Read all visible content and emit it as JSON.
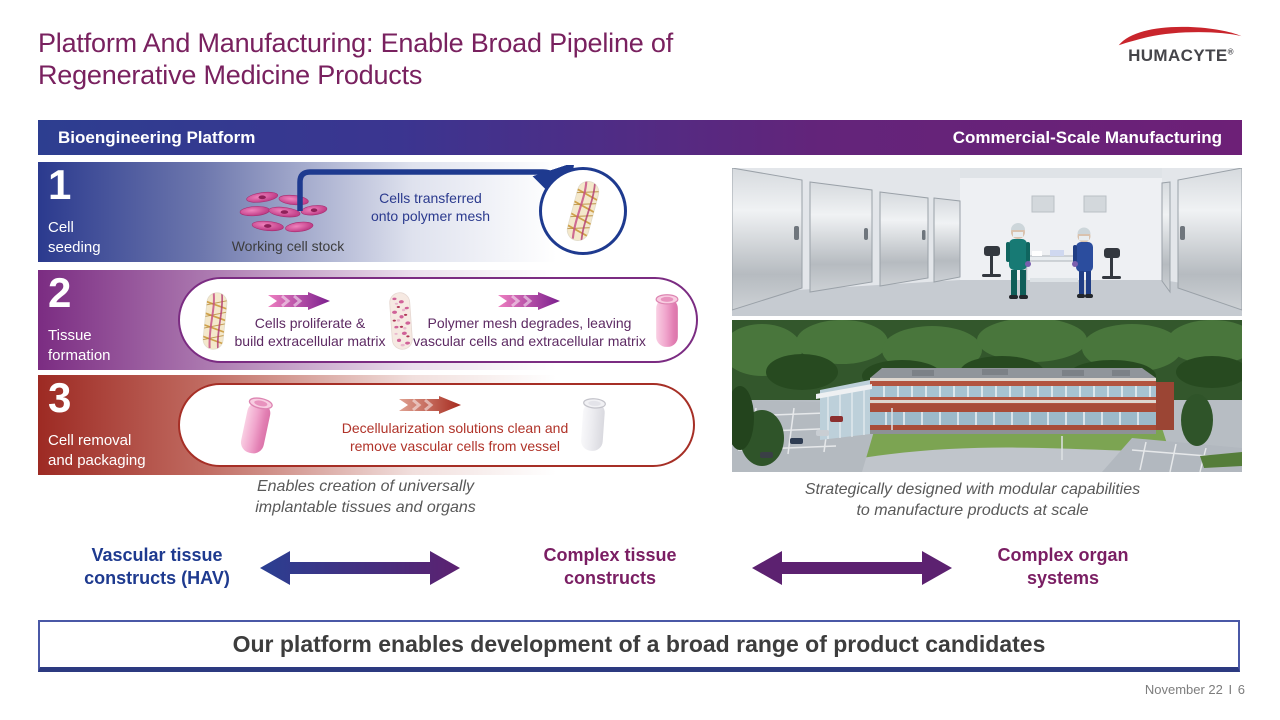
{
  "header": {
    "title": "Platform And Manufacturing: Enable Broad Pipeline of\nRegenerative Medicine Products",
    "logo_text": "HUMACYTE",
    "logo_reg": "®"
  },
  "banner": {
    "left": "Bioengineering Platform",
    "right": "Commercial-Scale Manufacturing"
  },
  "steps": [
    {
      "number": "1",
      "label": "Cell\nseeding",
      "stock_label": "Working cell stock",
      "transfer_text": "Cells transferred\nonto polymer mesh"
    },
    {
      "number": "2",
      "label": "Tissue\nformation",
      "text1": "Cells proliferate &\nbuild extracellular matrix",
      "text2": "Polymer mesh degrades, leaving\nvascular cells and extracellular matrix"
    },
    {
      "number": "3",
      "label": "Cell removal\nand packaging",
      "text1": "Decellularization solutions clean and\nremove vascular cells from vessel"
    }
  ],
  "captions": {
    "platform": "Enables creation of universally\nimplantable tissues and organs",
    "manufacturing": "Strategically designed with modular capabilities\nto manufacture products at scale"
  },
  "spectrum": [
    {
      "label": "Vascular tissue\nconstructs (HAV)"
    },
    {
      "label": "Complex tissue\nconstructs"
    },
    {
      "label": "Complex organ\nsystems"
    }
  ],
  "bottom_banner": "Our platform enables development of a broad range of product candidates",
  "footer": {
    "date": "November 22",
    "separator": "I",
    "page": "6"
  },
  "colors": {
    "title": "#79215f",
    "banner_blue": "#2d3e90",
    "banner_purple": "#6d2077",
    "step1_blue": "#2b3a8e",
    "step2_purple": "#7b2c82",
    "step3_red": "#9d2a23",
    "logo_red": "#c9252c",
    "arrow_purple": "#5c2170"
  }
}
